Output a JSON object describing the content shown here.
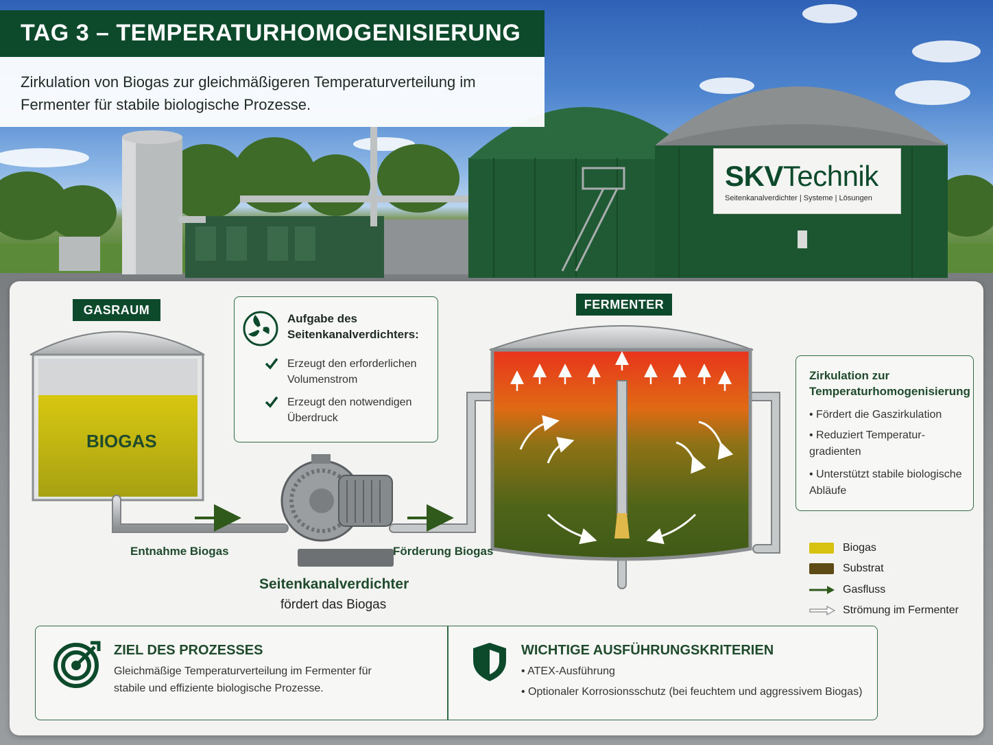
{
  "header": {
    "title": "TAG 3 – TEMPERATURHOMOGENISIERUNG",
    "subtitle": "Zirkulation von Biogas zur gleichmäßigeren Temperaturverteilung im Fermenter für stabile biologische Prozesse."
  },
  "brand": {
    "logo_bold": "SKV",
    "logo_regular": "Technik",
    "tagline": "Seitenkanalverdichter | Systeme | Lösungen"
  },
  "diagram": {
    "gasraum_badge": "GASRAUM",
    "biogas_label": "BIOGAS",
    "fermenter_badge": "FERMENTER",
    "entnahme_label": "Entnahme Biogas",
    "foerderung_label": "Förderung Biogas",
    "compressor_title": "Seitenkanalverdichter",
    "compressor_subtitle": "fördert das Biogas"
  },
  "task_box": {
    "heading": "Aufgabe des Seitenkanalverdichters:",
    "items": [
      "Erzeugt den erforderlichen Volumenstrom",
      "Erzeugt den notwendigen Überdruck"
    ]
  },
  "circulation_box": {
    "heading": "Zirkulation zur Temperaturhomogenisierung",
    "items": [
      "• Fördert die Gaszirkulation",
      "• Reduziert Temperatur-gradienten",
      "• Unterstützt stabile biologische Abläufe"
    ]
  },
  "legend": {
    "items": [
      {
        "label": "Biogas",
        "color": "#d6c20f",
        "kind": "swatch"
      },
      {
        "label": "Substrat",
        "color": "#5e4a14",
        "kind": "swatch"
      },
      {
        "label": "Gasfluss",
        "color": "#2f5a1c",
        "kind": "arrow"
      },
      {
        "label": "Strömung im Fermenter",
        "color": "#9a9a9a",
        "kind": "hollow-arrow"
      }
    ]
  },
  "bottom": {
    "goal_heading": "ZIEL DES PROZESSES",
    "goal_text": "Gleichmäßige Temperaturverteilung im Fermenter für stabile und effiziente biologische Prozesse.",
    "criteria_heading": "WICHTIGE AUSFÜHRUNGSKRITERIEN",
    "criteria_items": [
      "• ATEX-Ausführung",
      "• Optionaler Korrosionsschutz (bei feuchtem und aggressivem Biogas)"
    ]
  },
  "colors": {
    "brand_green": "#0d4a2c",
    "biogas_yellow": "#d6c20f",
    "substrate_brown": "#5e4a14",
    "hot_red": "#e8331c"
  }
}
